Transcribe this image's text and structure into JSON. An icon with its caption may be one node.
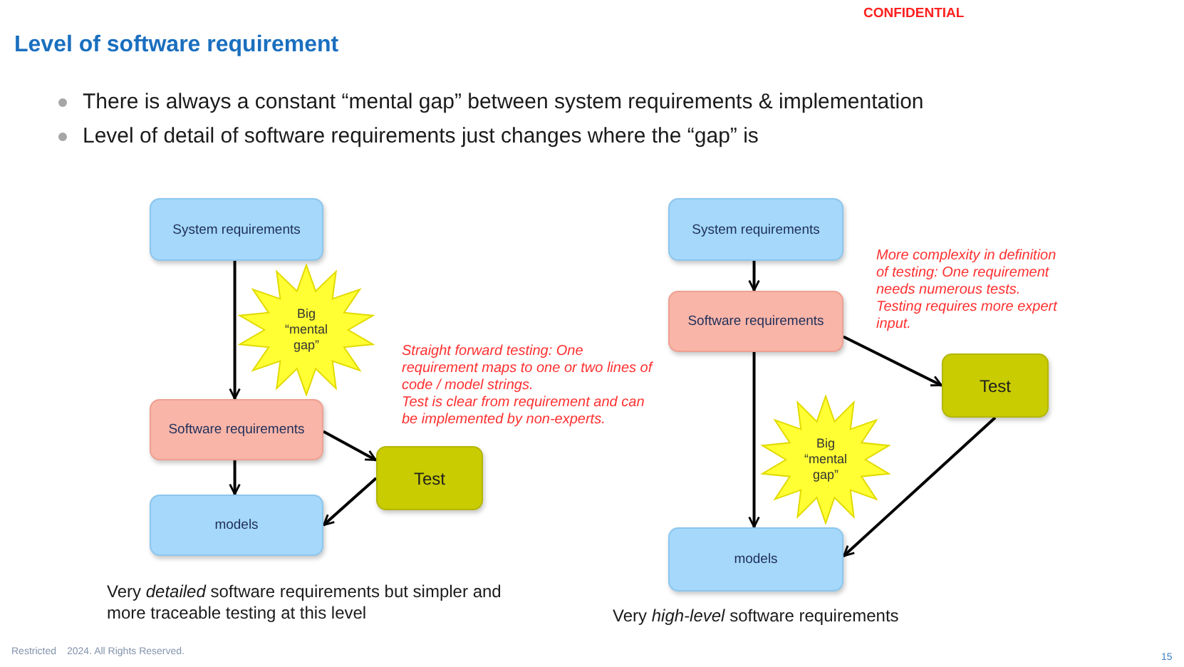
{
  "diagram": {
    "title": "Level of software requirement",
    "nodes": [
      {
        "text": [
          "System requirements"
        ]
      },
      {
        "text": [
          "Big “mental gap”"
        ]
      },
      {
        "text": [
          "Software requirements"
        ]
      },
      {
        "text": [
          "Test"
        ]
      },
      {
        "text": [
          "models"
        ]
      },
      {
        "text": [
          "System requirements"
        ]
      },
      {
        "text": [
          "Software requirements"
        ]
      },
      {
        "text": [
          "Test"
        ]
      },
      {
        "text": [
          "Big “mental gap”"
        ]
      },
      {
        "text": [
          "models"
        ]
      }
    ],
    "edges": [
      {
        "from": 0,
        "to": 2,
        "arrow": "to"
      },
      {
        "from": 2,
        "to": 4,
        "arrow": "to"
      },
      {
        "from": 2,
        "to": 3,
        "arrow": "to"
      },
      {
        "from": 3,
        "to": 4,
        "arrow": "to"
      },
      {
        "from": 5,
        "to": 6,
        "arrow": "to"
      },
      {
        "from": 6,
        "to": 9,
        "arrow": "to"
      },
      {
        "from": 6,
        "to": 7,
        "arrow": "to"
      },
      {
        "from": 7,
        "to": 9,
        "arrow": "to"
      }
    ],
    "labels": [
      "CONFIDENTIAL",
      "There is always a constant “mental gap” between system requirements & implementation",
      "Level of detail of software requirements just changes where the “gap” is",
      "Straight forward testing: One requirement maps to one or two lines of code / model strings.",
      "Test is clear from requirement and can be implemented by non-experts.",
      "Very *detailed* software requirements but simpler and more traceable testing at this level",
      "More complexity in definition of testing: One requirement needs numerous tests. Testing requires more expert input.",
      "Very *high-level* software requirements",
      "Restricted",
      "2024. All Rights Reserved.",
      "15"
    ]
  }
}
